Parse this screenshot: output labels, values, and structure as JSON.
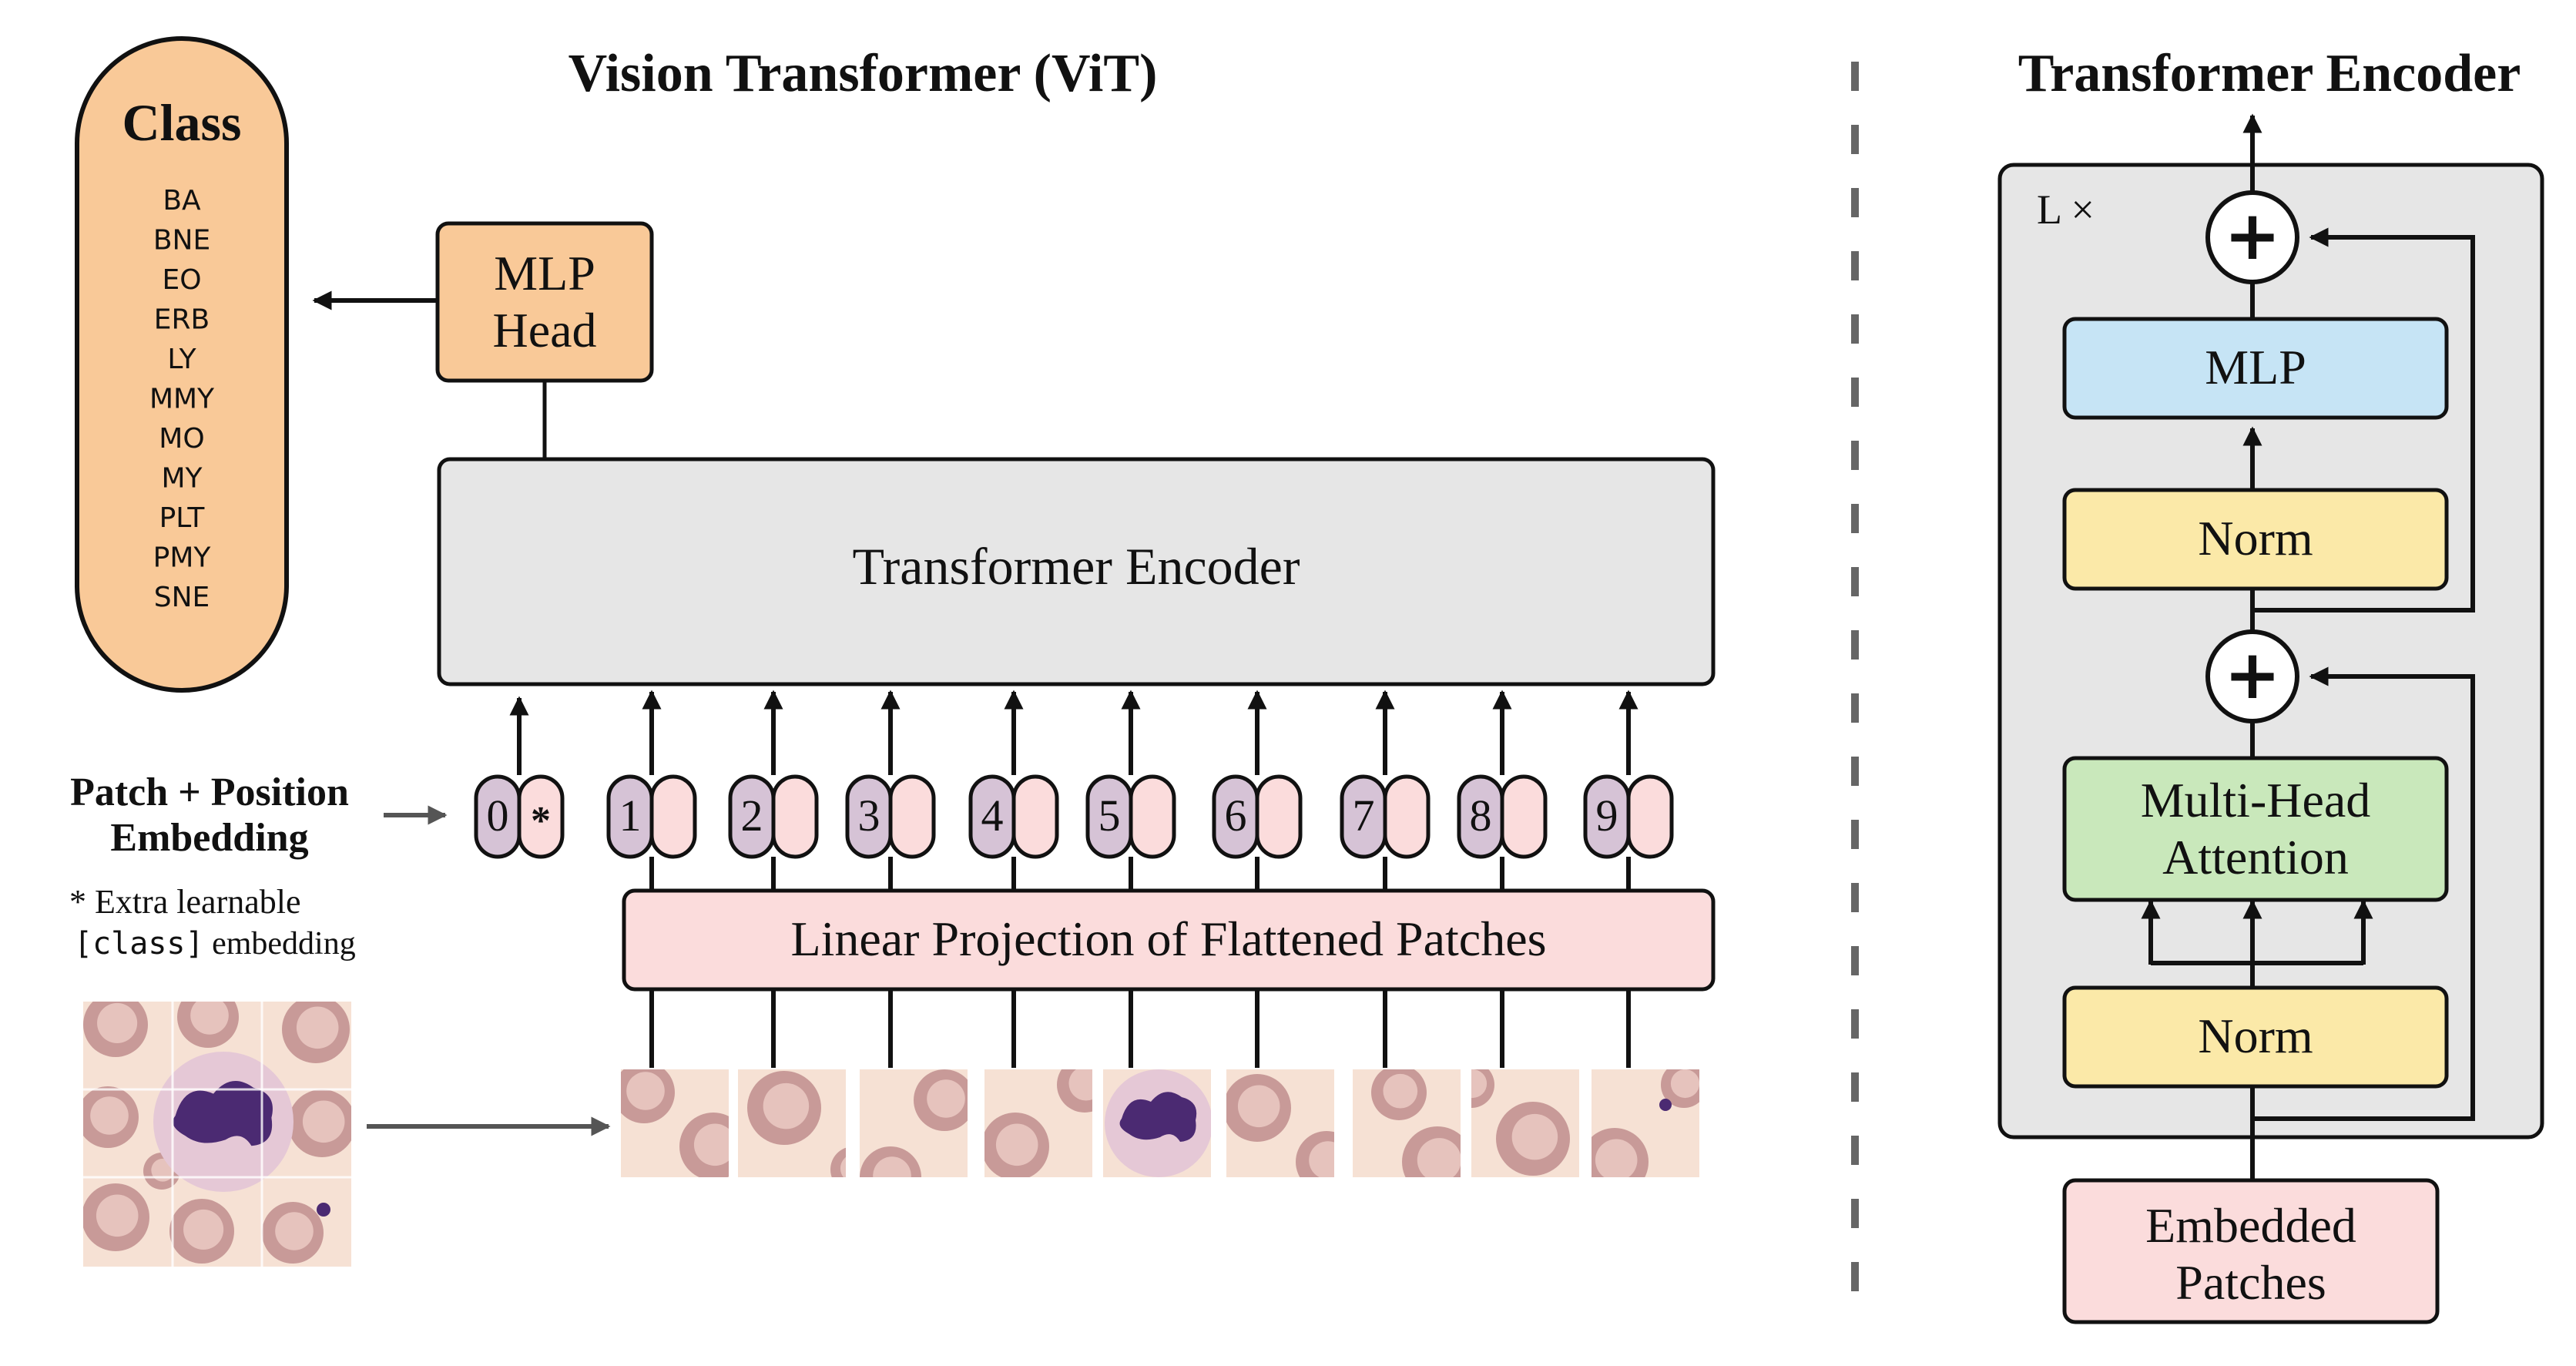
{
  "vit": {
    "title": "Vision Transformer (ViT)",
    "class_box": {
      "title": "Class",
      "items": [
        "BA",
        "BNE",
        "EO",
        "ERB",
        "LY",
        "MMY",
        "MO",
        "MY",
        "PLT",
        "PMY",
        "SNE"
      ]
    },
    "mlp_head": [
      "MLP",
      "Head"
    ],
    "encoder_label": "Transformer Encoder",
    "embedding_label": [
      "Patch + Position",
      "Embedding"
    ],
    "extra_note": {
      "star": "* Extra learnable",
      "code": "[class]",
      "rest": " embedding"
    },
    "tokens": [
      "0",
      "1",
      "2",
      "3",
      "4",
      "5",
      "6",
      "7",
      "8",
      "9"
    ],
    "class_token_mark": "*",
    "projection_label": "Linear Projection of Flattened Patches"
  },
  "encoder_detail": {
    "title": "Transformer Encoder",
    "repeat_label": "L ×",
    "plus": "+",
    "mlp": "MLP",
    "norm_top": "Norm",
    "attention": [
      "Multi-Head",
      "Attention"
    ],
    "norm_bottom": "Norm",
    "input": [
      "Embedded",
      "Patches"
    ]
  },
  "colors": {
    "class_box": "#f9c998",
    "mlp_head": "#f9c998",
    "encoder_bg": "#e6e6e6",
    "token_pos": "#d6c3d6",
    "token_emb": "#fbdcdc",
    "projection": "#fbdcdc",
    "mlp_block": "#c6e4f5",
    "norm_block": "#fbe9a8",
    "attention_block": "#c9e8bb",
    "embedded_patches": "#fbdcdc",
    "divider": "#666666",
    "cell_bg": "#f6e1d4",
    "rbc": "#c89a98",
    "nucleus": "#4b2a72"
  }
}
